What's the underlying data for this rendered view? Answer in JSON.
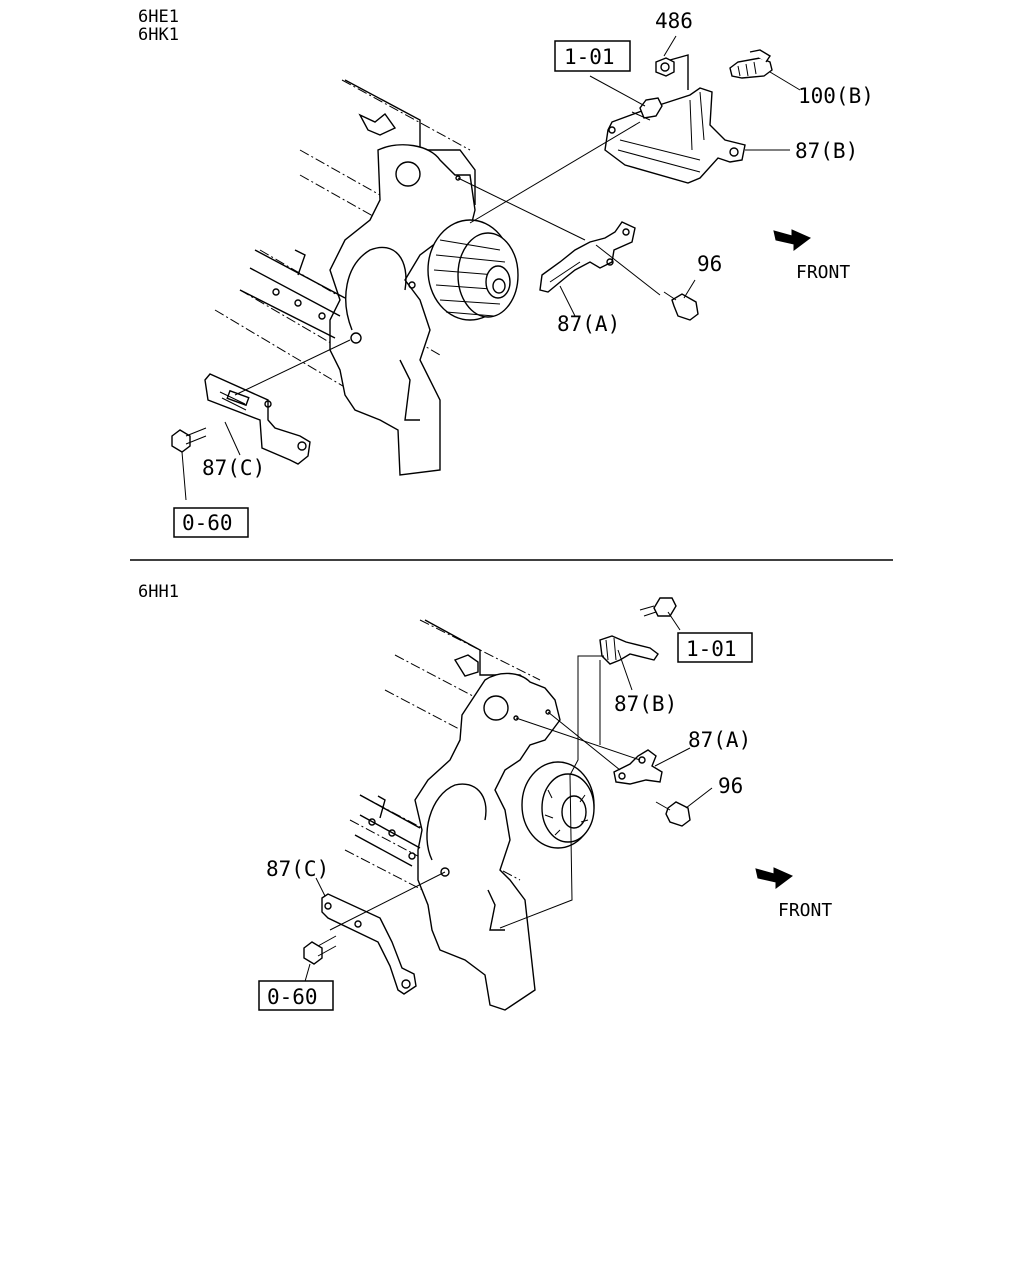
{
  "top_section": {
    "engine_codes": [
      "6HE1",
      "6HK1"
    ],
    "callouts": {
      "ref_1_01": "1-01",
      "p486": "486",
      "p100b": "100(B)",
      "p87b": "87(B)",
      "p96": "96",
      "p87a": "87(A)",
      "p87c": "87(C)",
      "ref_0_60": "0-60"
    },
    "front_label": "FRONT"
  },
  "bottom_section": {
    "engine_codes": [
      "6HH1"
    ],
    "callouts": {
      "ref_1_01": "1-01",
      "p87b": "87(B)",
      "p87a": "87(A)",
      "p96": "96",
      "p87c": "87(C)",
      "ref_0_60": "0-60"
    },
    "front_label": "FRONT"
  }
}
